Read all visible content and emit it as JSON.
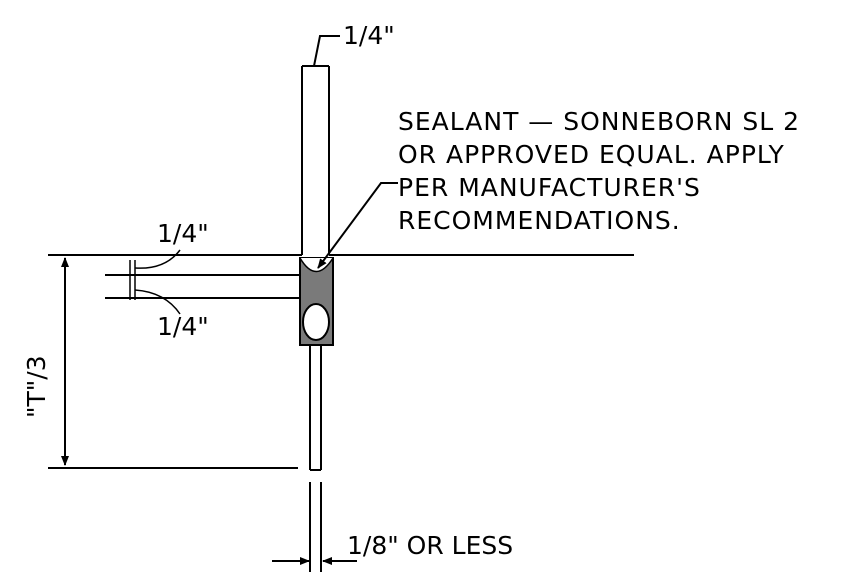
{
  "dimensions": {
    "top_width": "1/4\"",
    "upper_gap": "1/4\"",
    "lower_gap": "1/4\"",
    "depth": "\"T\"/3",
    "bottom_gap": "1/8\" OR LESS"
  },
  "note": {
    "lines": [
      "SEALANT — SONNEBORN SL 2",
      "OR APPROVED EQUAL. APPLY",
      "PER MANUFACTURER'S",
      "RECOMMENDATIONS."
    ]
  },
  "colors": {
    "sealant": "#7a7a7a",
    "backer_rod": "#ffffff",
    "linework": "#000000"
  }
}
